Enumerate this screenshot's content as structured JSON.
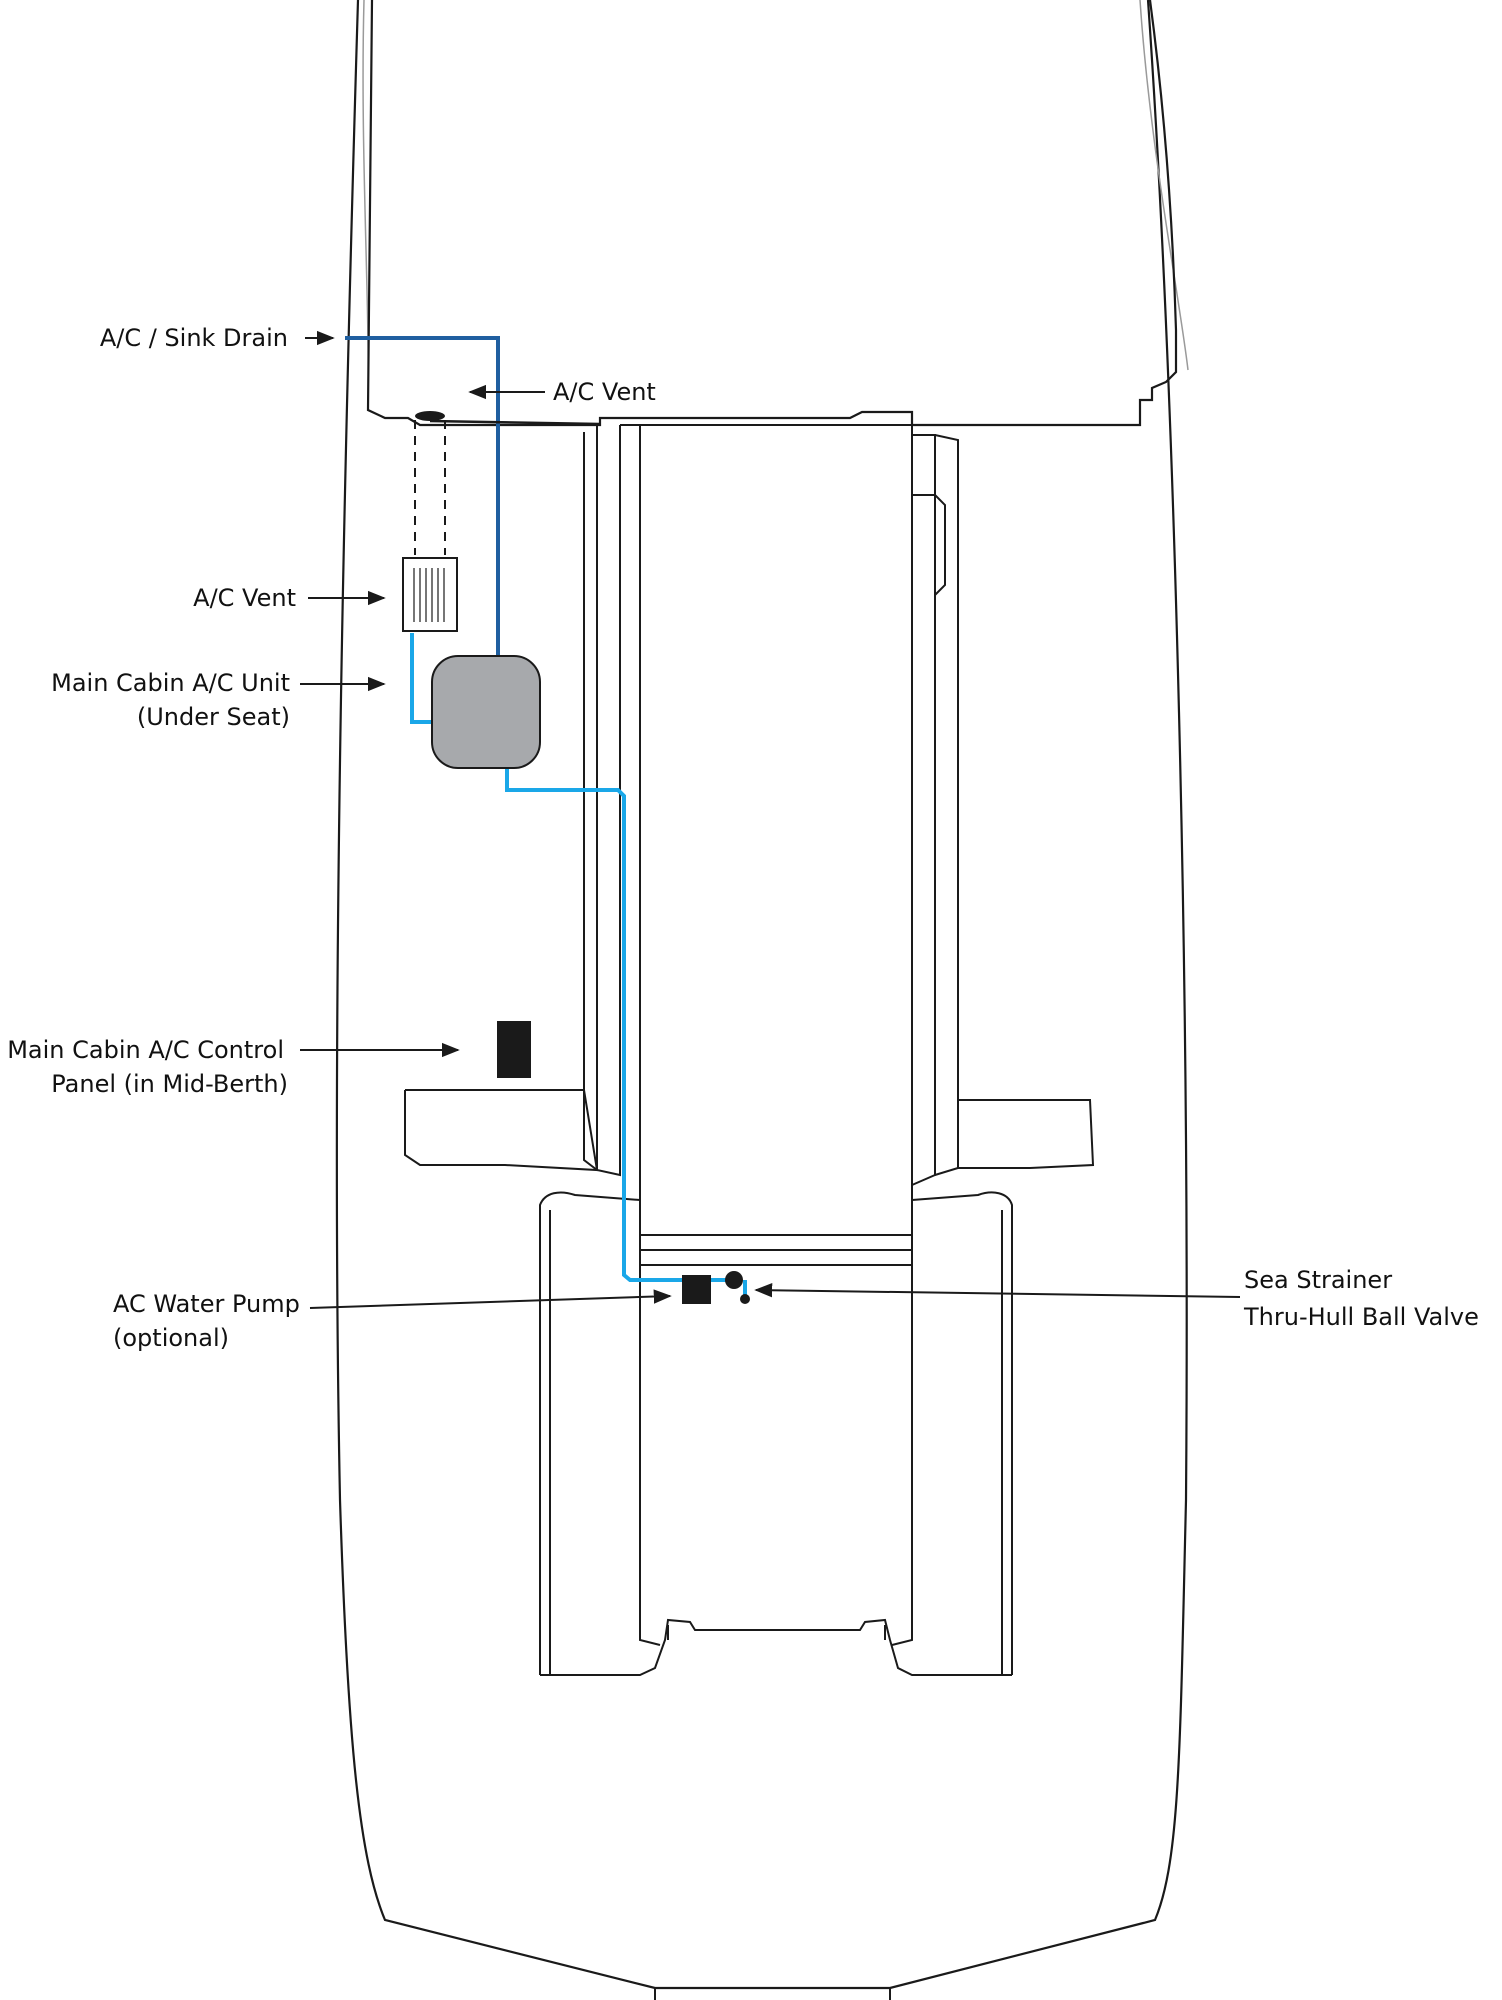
{
  "labels": {
    "sink_drain": "A/C / Sink Drain",
    "vent_top": "A/C Vent",
    "vent_mid": "A/C Vent",
    "unit_line1": "Main Cabin A/C Unit",
    "unit_line2": "(Under Seat)",
    "panel_line1": "Main Cabin A/C Control",
    "panel_line2": "Panel (in Mid-Berth)",
    "pump_line1": "AC Water Pump",
    "pump_line2": "(optional)",
    "strainer_line1": "Sea Strainer",
    "strainer_line2": "Thru-Hull Ball Valve"
  },
  "colors": {
    "outline": "#1a1a1a",
    "drain_line": "#1f5fa0",
    "water_line": "#1aa7e8",
    "ac_unit_fill": "#a7a9ac",
    "components": "#1a1a1a"
  }
}
